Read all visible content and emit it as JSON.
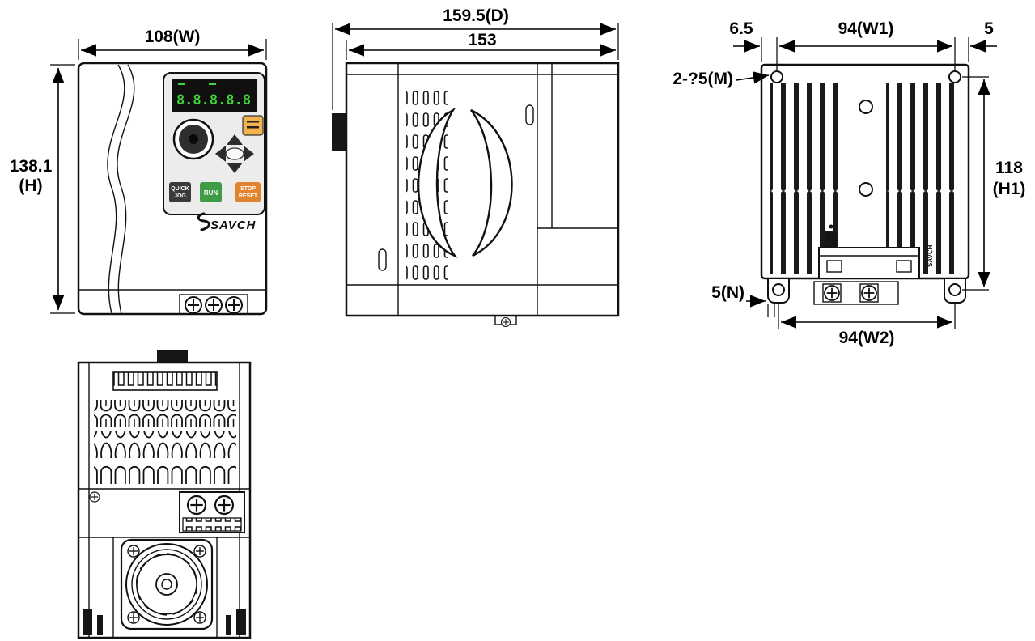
{
  "colors": {
    "ink": "#111111",
    "display_bg": "#101010",
    "display_green": "#3fd23c",
    "run_green": "#3f9b46",
    "stop_orange": "#e0832e",
    "mode_orange": "#f2b24c",
    "quick_dark": "#3a3a3a"
  },
  "front_view": {
    "dim_width": "108(W)",
    "dim_height_value": "138.1",
    "dim_height_suffix": "(H)",
    "display_text": "8.8.8.8.8",
    "button_quick_line1": "QUICK",
    "button_quick_line2": "JOG",
    "button_run": "RUN",
    "button_stop_line1": "STOP",
    "button_stop_line2": "RESET",
    "brand": "SAVCH"
  },
  "side_view": {
    "dim_depth": "159.5(D)",
    "dim_body_depth": "153"
  },
  "back_view": {
    "dim_edge_offset_left": "6.5",
    "dim_hole_span_w1": "94(W1)",
    "dim_edge_offset_right": "5",
    "mounting_hole_note": "2-?5(M)",
    "dim_height_h1_value": "118",
    "dim_height_h1_suffix": "(H1)",
    "dim_slot_n": "5(N)",
    "dim_hole_span_w2": "94(W2)",
    "brand_small": "SAVCH"
  }
}
